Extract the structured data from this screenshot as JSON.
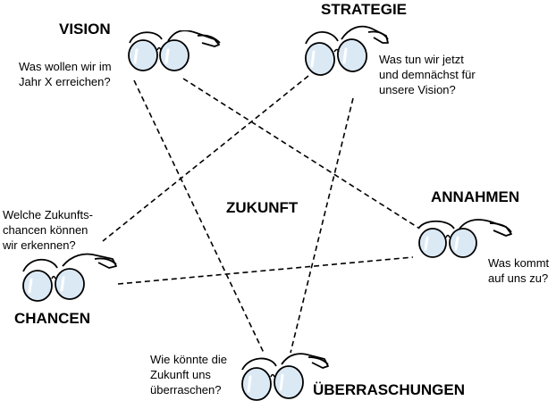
{
  "center_label": "ZUKUNFT",
  "perspectives": {
    "vision": {
      "title": "VISION",
      "question": "Was wollen wir im\nJahr X erreichen?"
    },
    "strategie": {
      "title": "STRATEGIE",
      "question": "Was tun wir jetzt\nund demnächst für\nunsere Vision?"
    },
    "annahmen": {
      "title": "ANNAHMEN",
      "question": "Was kommt\nauf uns zu?"
    },
    "ueberraschungen": {
      "title": "ÜBERRASCHUNGEN",
      "question": "Wie könnte die\nZukunft uns\nüberraschen?"
    },
    "chancen": {
      "title": "CHANCEN",
      "question": "Welche Zukunfts-\nchancen können\nwir erkennen?"
    }
  },
  "colors": {
    "ink": "#000000",
    "lens_tint": "#dbe9f5",
    "lens_highlight": "#ffffff"
  },
  "icon": "eyeglasses-icon"
}
